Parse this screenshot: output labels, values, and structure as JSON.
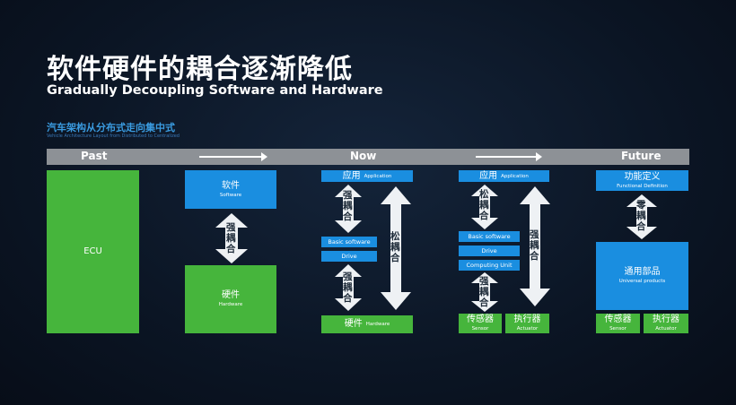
{
  "title_cn": "软件硬件的耦合逐渐降低",
  "title_en": "Gradually Decoupling Software and Hardware",
  "subtitle_cn": "汽车架构从分布式走向集中式",
  "subtitle_en": "Vehicle Architecture Layout from Distributed to Centralized",
  "timeline": {
    "past": "Past",
    "now": "Now",
    "future": "Future"
  },
  "colors": {
    "blue": "#1a8ee0",
    "green": "#46b53c",
    "timeline": "#8d9196"
  },
  "past": {
    "ecu": "ECU"
  },
  "stage1": {
    "software_cn": "软件",
    "software_en": "Software",
    "coupling_chars": [
      "强",
      "耦",
      "合"
    ],
    "hardware_cn": "硬件",
    "hardware_en": "Hardware"
  },
  "now": {
    "app_cn": "应用",
    "app_en": "Application",
    "coupling_top": [
      "强",
      "耦",
      "合"
    ],
    "basic_software": "Basic software",
    "drive": "Drive",
    "coupling_bottom": [
      "强",
      "耦",
      "合"
    ],
    "loose_coupling": [
      "松",
      "耦",
      "合"
    ],
    "hardware_cn": "硬件",
    "hardware_en": "Hardware"
  },
  "stage3": {
    "app_cn": "应用",
    "app_en": "Application",
    "loose_coupling": [
      "松",
      "耦",
      "合"
    ],
    "basic_software": "Basic software",
    "drive": "Drive",
    "computing_unit": "Computing Unit",
    "coupling_bottom": [
      "强",
      "耦",
      "合"
    ],
    "coupling_right": [
      "强",
      "耦",
      "合"
    ],
    "sensor_cn": "传感器",
    "sensor_en": "Sensor",
    "actuator_cn": "执行器",
    "actuator_en": "Actuator"
  },
  "future": {
    "func_cn": "功能定义",
    "func_en": "Functional Definition",
    "zero_coupling": [
      "零",
      "耦",
      "合"
    ],
    "universal_cn": "通用部品",
    "universal_en": "Universal products",
    "sensor_cn": "传感器",
    "sensor_en": "Sensor",
    "actuator_cn": "执行器",
    "actuator_en": "Actuator"
  }
}
